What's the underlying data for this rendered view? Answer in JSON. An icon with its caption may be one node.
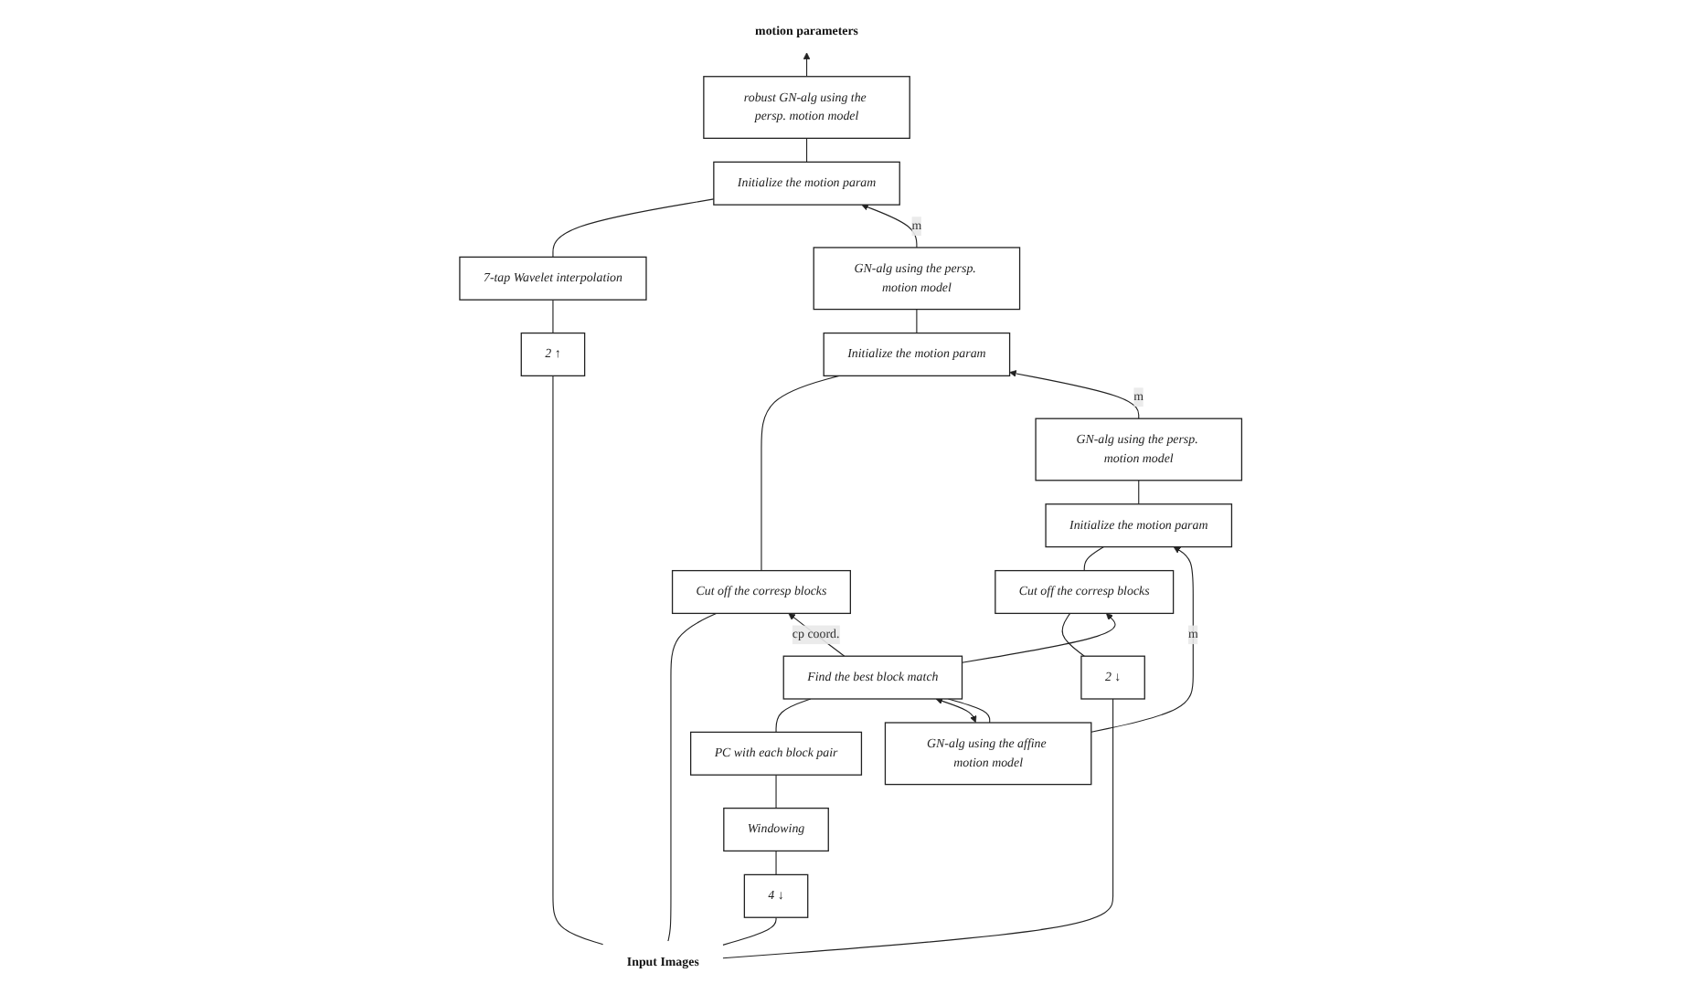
{
  "diagram": {
    "nodes": [
      {
        "text": [
          "GN-alg using the affine motion model"
        ]
      },
      {
        "text": [
          "Find the best block match"
        ]
      },
      {
        "text": [
          "PC with each block pair"
        ]
      },
      {
        "text": [
          "Windowing"
        ]
      },
      {
        "text": [
          "4 ↓"
        ]
      },
      {
        "text": [
          "GN-alg using the persp. motion model"
        ]
      },
      {
        "text": [
          "Initialize the motion param"
        ]
      },
      {
        "text": [
          "Cut off the corresp blocks"
        ]
      },
      {
        "text": [
          "2 ↓"
        ]
      },
      {
        "text": [
          "GN-alg using the persp. motion model"
        ]
      },
      {
        "text": [
          "Initialize the motion param"
        ]
      },
      {
        "text": [
          "Cut off the corresp blocks"
        ]
      },
      {
        "text": [
          "robust GN-alg using the persp. motion model"
        ]
      },
      {
        "text": [
          "Initialize the motion param"
        ]
      },
      {
        "text": [
          "7-tap Wavelet interpolation"
        ]
      },
      {
        "text": [
          "2 ↑"
        ]
      },
      {
        "text": [
          "Input Images"
        ]
      },
      {
        "text": [
          "motion parameters"
        ]
      }
    ],
    "edges": [
      {
        "from": 16,
        "to": 4,
        "arrow": "none"
      },
      {
        "from": 16,
        "to": 8,
        "arrow": "none"
      },
      {
        "from": 16,
        "to": 11,
        "arrow": "none"
      },
      {
        "from": 16,
        "to": 15,
        "arrow": "none"
      },
      {
        "from": 4,
        "to": 3,
        "arrow": "none"
      },
      {
        "from": 3,
        "to": 2,
        "arrow": "none"
      },
      {
        "from": 2,
        "to": 1,
        "arrow": "none"
      },
      {
        "from": 1,
        "to": 0,
        "arrow": "none"
      },
      {
        "from": 0,
        "to": 1,
        "arrow": "both"
      },
      {
        "from": 8,
        "to": 7,
        "arrow": "none"
      },
      {
        "from": 7,
        "to": 6,
        "arrow": "none"
      },
      {
        "from": 6,
        "to": 5,
        "arrow": "none"
      },
      {
        "from": 11,
        "to": 10,
        "arrow": "none"
      },
      {
        "from": 10,
        "to": 9,
        "arrow": "none"
      },
      {
        "from": 15,
        "to": 14,
        "arrow": "none"
      },
      {
        "from": 14,
        "to": 13,
        "arrow": "none"
      },
      {
        "from": 13,
        "to": 12,
        "arrow": "none"
      },
      {
        "from": 12,
        "to": 17,
        "arrow": "to"
      },
      {
        "from": 0,
        "to": 6,
        "label": "m",
        "arrow": "to"
      },
      {
        "from": 5,
        "to": 10,
        "label": "m",
        "arrow": "to"
      },
      {
        "from": 9,
        "to": 13,
        "label": "m",
        "arrow": "to"
      },
      {
        "from": 1,
        "to": 7,
        "arrow": "to"
      },
      {
        "from": 1,
        "to": 11,
        "label": "cp coord.",
        "arrow": "to"
      }
    ]
  }
}
